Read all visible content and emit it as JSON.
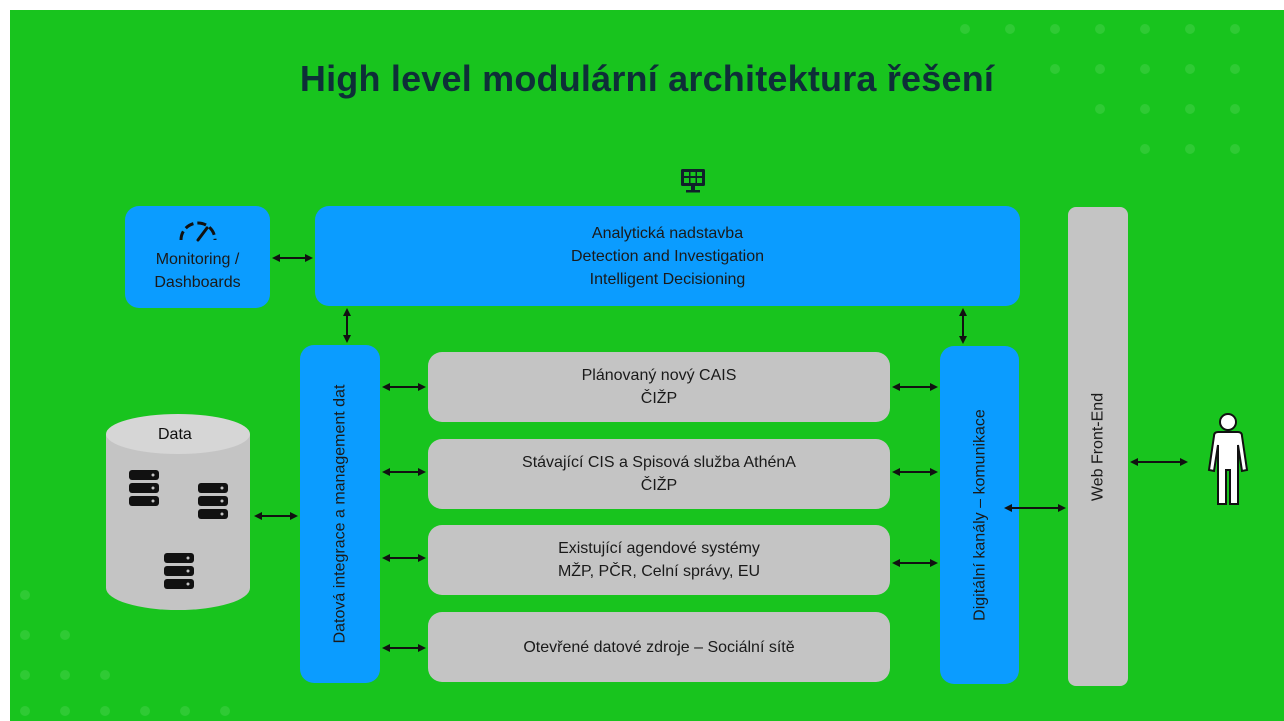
{
  "title": "High level modulární architektura řešení",
  "colors": {
    "background": "#18c41e",
    "title": "#0e2f38",
    "blue_box": "#0b9cff",
    "gray_box": "#c4c4c4",
    "cylinder": "#c4c4c4",
    "arrow": "#111111"
  },
  "monitoring": {
    "icon": "speedometer-icon",
    "line1": "Monitoring /",
    "line2": "Dashboards"
  },
  "analytics": {
    "icon": "monitor-dashboard-icon",
    "line1": "Analytická nadstavba",
    "line2": "Detection and Investigation",
    "line3": "Intelligent Decisioning"
  },
  "data_store": {
    "label": "Data",
    "icon": "database-icon"
  },
  "integration": {
    "label": "Datová integrace a management dat"
  },
  "channels": {
    "label": "Digitální kanály – komunikace"
  },
  "web_frontend": {
    "label": "Web Front-End"
  },
  "user": {
    "icon": "person-icon"
  },
  "systems": [
    {
      "line1": "Plánovaný nový CAIS",
      "line2": "ČIŽP"
    },
    {
      "line1": "Stávající CIS a Spisová služba AthénA",
      "line2": "ČIŽP"
    },
    {
      "line1": "Existující agendové systémy",
      "line2": "MŽP, PČR, Celní správy, EU"
    },
    {
      "line1": "Otevřené datové zdroje – Sociální sítě",
      "line2": ""
    }
  ]
}
